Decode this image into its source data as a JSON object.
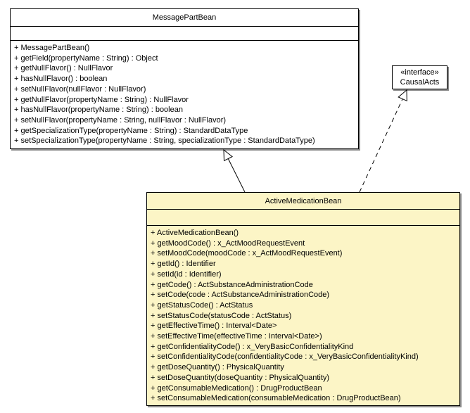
{
  "diagram": {
    "kind": "uml-class-diagram",
    "classes": {
      "message_part_bean": {
        "name": "MessagePartBean",
        "attributes": [],
        "methods": [
          "+ MessagePartBean()",
          "+ getField(propertyName : String) : Object",
          "+ getNullFlavor() : NullFlavor",
          "+ hasNullFlavor() : boolean",
          "+ setNullFlavor(nullFlavor : NullFlavor)",
          "+ getNullFlavor(propertyName : String) : NullFlavor",
          "+ hasNullFlavor(propertyName : String) : boolean",
          "+ setNullFlavor(propertyName : String, nullFlavor : NullFlavor)",
          "+ getSpecializationType(propertyName : String) : StandardDataType",
          "+ setSpecializationType(propertyName : String, specializationType : StandardDataType)"
        ]
      },
      "causal_acts": {
        "stereotype": "«interface»",
        "name": "CausalActs"
      },
      "active_medication_bean": {
        "name": "ActiveMedicationBean",
        "attributes": [],
        "methods": [
          "+ ActiveMedicationBean()",
          "+ getMoodCode() : x_ActMoodRequestEvent",
          "+ setMoodCode(moodCode : x_ActMoodRequestEvent)",
          "+ getId() : Identifier",
          "+ setId(id : Identifier)",
          "+ getCode() : ActSubstanceAdministrationCode",
          "+ setCode(code : ActSubstanceAdministrationCode)",
          "+ getStatusCode() : ActStatus",
          "+ setStatusCode(statusCode : ActStatus)",
          "+ getEffectiveTime() : Interval<Date>",
          "+ setEffectiveTime(effectiveTime : Interval<Date>)",
          "+ getConfidentialityCode() : x_VeryBasicConfidentialityKind",
          "+ setConfidentialityCode(confidentialityCode : x_VeryBasicConfidentialityKind)",
          "+ getDoseQuantity() : PhysicalQuantity",
          "+ setDoseQuantity(doseQuantity : PhysicalQuantity)",
          "+ getConsumableMedication() : DrugProductBean",
          "+ setConsumableMedication(consumableMedication : DrugProductBean)"
        ]
      }
    },
    "relations": [
      {
        "type": "generalization",
        "from": "ActiveMedicationBean",
        "to": "MessagePartBean",
        "line": "solid",
        "arrowhead": "hollow-triangle"
      },
      {
        "type": "realization",
        "from": "ActiveMedicationBean",
        "to": "CausalActs",
        "line": "dashed",
        "arrowhead": "hollow-triangle"
      }
    ],
    "colors": {
      "class_fill": "#ffffff",
      "highlight_fill": "#fcf5c6",
      "border": "#000000",
      "shadow": "#8a8a8a"
    }
  }
}
